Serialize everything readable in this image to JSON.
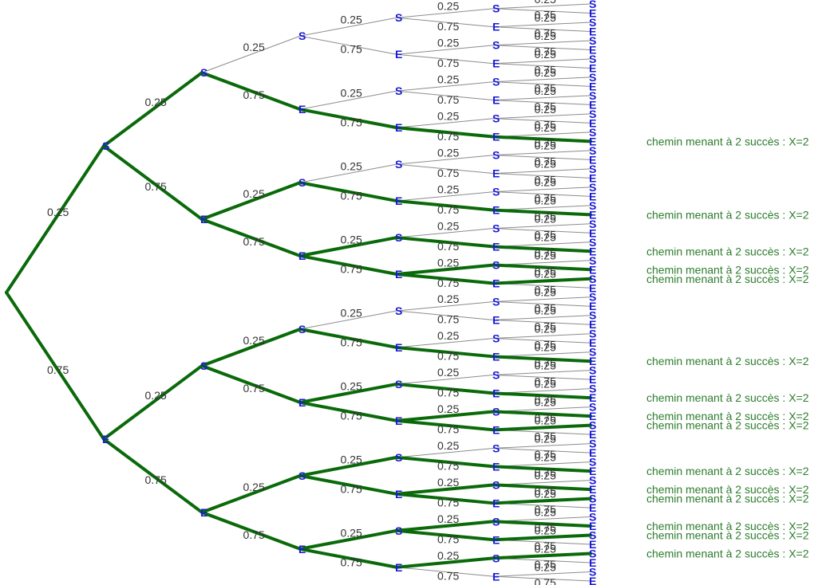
{
  "tree": {
    "levels": 6,
    "outcomes": [
      "S",
      "E"
    ],
    "probabilities": {
      "S": "0.25",
      "E": "0.75"
    },
    "highlight_rule": "exactly 2 S over the full path",
    "highlighted_path_label": "chemin menant à 2 succès : X=2",
    "colors": {
      "highlight": "#0a6a0a",
      "branch": "#8c8c8c",
      "node_label": "#1a1ad6",
      "prob_label": "#333333",
      "note_label": "#2e7d2e"
    }
  }
}
